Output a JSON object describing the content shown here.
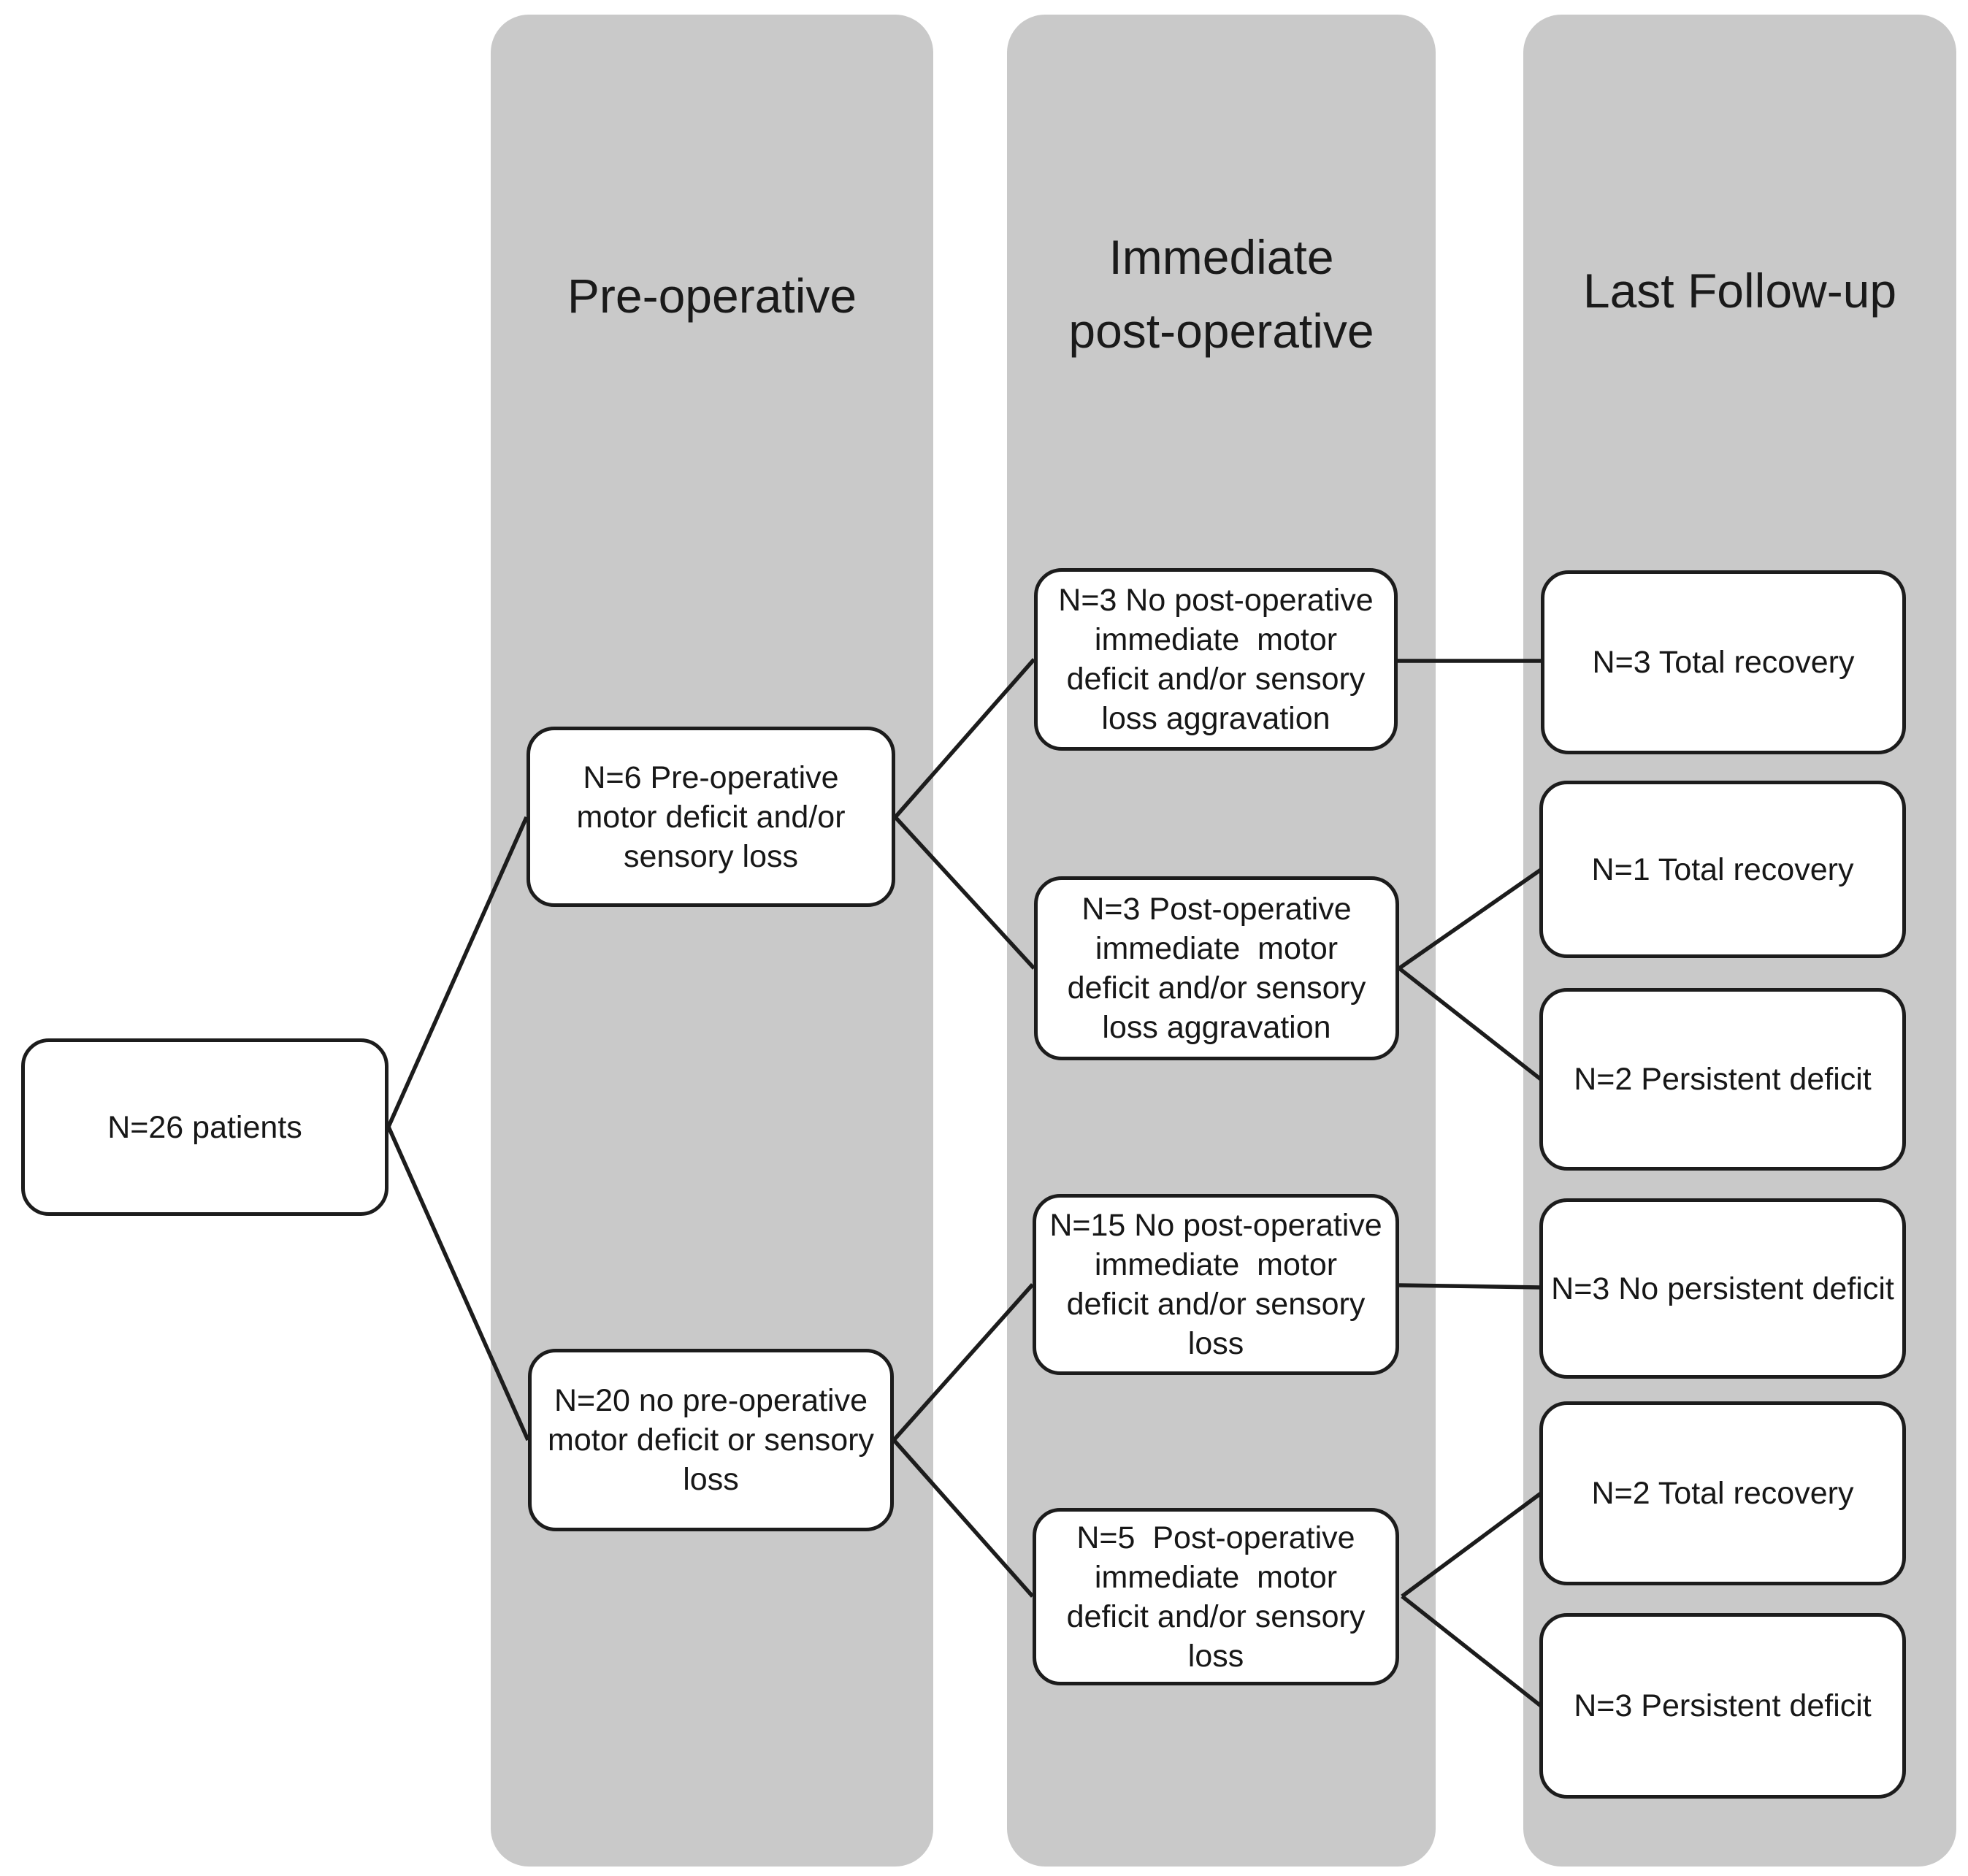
{
  "figure": {
    "columns": [
      {
        "title": "Pre-operative"
      },
      {
        "title": "Immediate\npost-operative"
      },
      {
        "title": "Last Follow-up"
      }
    ],
    "nodes": {
      "root": {
        "label": "N=26 patients"
      },
      "preop_deficit": {
        "label": "N=6 Pre-operative\nmotor deficit and/or\nsensory loss"
      },
      "preop_no_deficit": {
        "label": "N=20 no pre-operative\nmotor deficit or sensory\nloss"
      },
      "postop_no_aggravation": {
        "label": "N=3 No post-operative\nimmediate  motor\ndeficit and/or sensory\nloss aggravation"
      },
      "postop_aggravation": {
        "label": "N=3 Post-operative\nimmediate  motor\ndeficit and/or sensory\nloss aggravation"
      },
      "postop_no_deficit": {
        "label": "N=15 No post-operative\nimmediate  motor\ndeficit and/or sensory\nloss"
      },
      "postop_deficit": {
        "label": "N=5  Post-operative\nimmediate  motor\ndeficit and/or sensory\nloss"
      },
      "fu_total_recovery_3": {
        "label": "N=3 Total recovery"
      },
      "fu_total_recovery_1": {
        "label": "N=1 Total recovery"
      },
      "fu_persistent_deficit_2": {
        "label": "N=2 Persistent deficit"
      },
      "fu_no_persistent_deficit": {
        "label": "N=3 No persistent deficit"
      },
      "fu_total_recovery_2": {
        "label": "N=2 Total recovery"
      },
      "fu_persistent_deficit_3": {
        "label": "N=3 Persistent deficit"
      }
    },
    "colors": {
      "column_fill": "#c9c9c9",
      "node_fill": "#ffffff",
      "stroke": "#1c1c1c"
    }
  }
}
